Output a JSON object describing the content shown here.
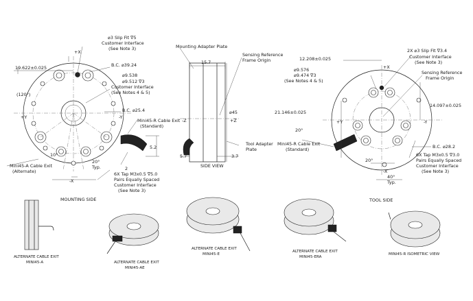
{
  "mounting_side": {
    "title": "MOUNTING SIDE",
    "dim_x_offset": "19.622±0.025",
    "dim_120": "(120°)",
    "slip_fit": "⌀3 Slip Fit ∇5",
    "slip_fit_iface": "Customer Interface",
    "slip_fit_note": "(See Note 3)",
    "bc_outer": "B.C. ⌀39.24",
    "bore_1": "⌀9.538",
    "bore_2": "⌀9.512 ∇3",
    "bore_iface": "Customer Interface",
    "bore_note": "(See Notes 4 & 5)",
    "bc_inner": "B.C. ⌀25.4",
    "cable_exit_r": "Mini45-R Cable Exit",
    "cable_exit_r_std": "(Standard)",
    "dim_52": "5.2",
    "dim_2": "2",
    "cable_exit_a": "Mini45-A Cable Exit",
    "cable_exit_a_alt": "(Alternate)",
    "ang_10": "10°",
    "ang_20": "20°",
    "typ": "Typ.",
    "tap_1": "6X Tap M3x0.5 ∇5.0",
    "tap_2": "Pairs Equally Spaced",
    "tap_3": "Customer Interface",
    "tap_4": "(See Note 3)",
    "axis_px": "+X",
    "axis_nx": "-X",
    "axis_py": "+Y",
    "axis_ny": "-Y"
  },
  "side_view": {
    "title": "SIDE VIEW",
    "mounting_plate": "Mounting Adapter Plate",
    "dim_157": "15.7",
    "sensing_ref_1": "Sensing Reference",
    "sensing_ref_2": "Frame Origin",
    "dim_45": "⌀45",
    "tool_plate_1": "Tool Adapter",
    "tool_plate_2": "Plate",
    "dim_57": "5.7",
    "dim_37": "3.7",
    "axis_nz": "-Z",
    "axis_pz": "+Z"
  },
  "tool_side": {
    "title": "TOOL SIDE",
    "dim_x": "12.208±0.025",
    "slip_fit": "2X ⌀3 Slip Fit ∇3.4",
    "slip_fit_iface": "Customer Interface",
    "slip_fit_note": "(See Note 3)",
    "bore_1": "⌀9.576",
    "bore_2": "⌀9.474 ∇3",
    "bore_note": "(See Notes 4 & 5)",
    "sensing_ref_1": "Sensing Reference",
    "sensing_ref_2": "Frame Origin",
    "dim_y": "21.146±0.025",
    "dim_y2": "14.097±0.025",
    "ang_20": "20°",
    "cable_exit_1": "Mini45-R Cable Exit",
    "cable_exit_2": "(Standard)",
    "bc": "B.C. ⌀28.2",
    "tap_1": "6X Tap M3x0.5 ∇3.0",
    "tap_2": "Pairs Equally Spaced",
    "tap_3": "Customer Interface",
    "tap_4": "(See Note 3)",
    "ang_20b": "20°",
    "ang_40": "40°",
    "typ": "Typ.",
    "axis_px": "+X",
    "axis_nx": "-X",
    "axis_py": "+Y",
    "axis_ny": "-Y"
  },
  "thumbnails": {
    "a_1": "ALTERNATE CABLE EXIT",
    "a_2": "MINI45-A",
    "ae_1": "ALTERNATE CABLE EXIT",
    "ae_2": "MINI45-AE",
    "e_1": "ALTERNATE CABLE EXIT",
    "e_2": "MINI45-E",
    "era_1": "ALTERNATE CABLE EXIT",
    "era_2": "MINI45-ERA",
    "iso": "MINI45-R ISOMETRIC VIEW"
  }
}
